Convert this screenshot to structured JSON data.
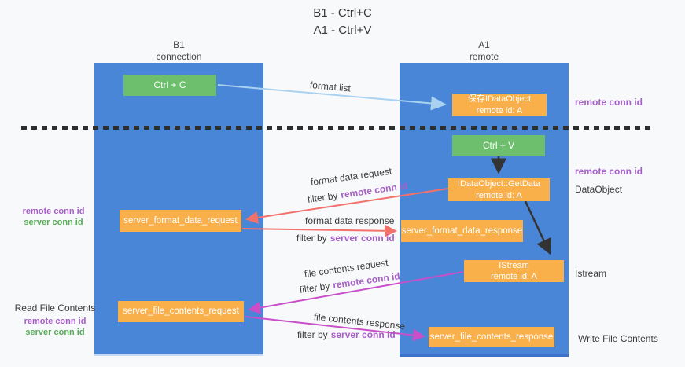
{
  "title": {
    "line1": "B1 - Ctrl+C",
    "line2": "A1 - Ctrl+V"
  },
  "lifelines": {
    "left": {
      "name": "B1",
      "role": "connection"
    },
    "right": {
      "name": "A1",
      "role": "remote"
    }
  },
  "boxes": {
    "ctrl_c": {
      "label": "Ctrl + C"
    },
    "save_dataobject": {
      "line1": "保存IDataObject",
      "line2": "remote id: A"
    },
    "ctrl_v": {
      "label": "Ctrl + V"
    },
    "getdata": {
      "line1": "IDataObject::GetData",
      "line2": "remote id: A"
    },
    "format_request": {
      "label": "server_format_data_request"
    },
    "format_response": {
      "label": "server_format_data_response"
    },
    "istream": {
      "line1": "IStream",
      "line2": "remote id: A"
    },
    "file_request": {
      "label": "server_file_contents_request"
    },
    "file_response": {
      "label": "server_file_contents_response"
    }
  },
  "flow_labels": {
    "format_list": "format list",
    "format_data_request": "format data request",
    "format_data_response": "format data response",
    "file_contents_request": "file contents request",
    "file_contents_response": "file contents response",
    "filter_by": "filter by",
    "remote_conn_id": "remote conn id",
    "server_conn_id": "server conn id"
  },
  "side_labels": {
    "right_top_conn": "remote conn id",
    "right_mid_conn": "remote conn id",
    "dataobject": "DataObject",
    "istream": "Istream",
    "write_file_contents": "Write File Contents",
    "read_file_contents": "Read File Contents",
    "left_mid_remote": "remote conn id",
    "left_mid_server": "server conn id",
    "left_bottom_remote": "remote conn id",
    "left_bottom_server": "server conn id"
  },
  "colors": {
    "lifeline_blue": "#4a86d8",
    "box_orange": "#f9b04b",
    "box_green": "#6dbf6d",
    "arrow_red": "#f2716b",
    "arrow_magenta": "#c94fc9",
    "arrow_lightblue": "#a9d2f0",
    "arrow_black": "#333333",
    "text_purple": "#a75fc8",
    "text_green": "#57ab57",
    "dashed_line": "#2e2e2e",
    "background": "#f8f9fb"
  }
}
